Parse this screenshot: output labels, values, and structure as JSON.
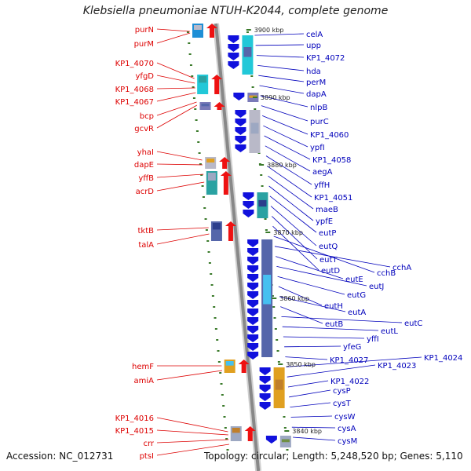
{
  "title": "Klebsiella pneumoniae NTUH-K2044, complete genome",
  "footer": {
    "accession": "Accession: NC_012731",
    "summary": "Topology: circular; Length: 5,248,520 bp; Genes: 5,110"
  },
  "colors": {
    "left_label": "#dd0000",
    "right_label": "#0000bb",
    "left_arrow": "#ee1111",
    "right_arrow": "#1111dd",
    "backbone": "#888888",
    "tick": "#3a7a2a"
  },
  "scale_labels": [
    "3900 kbp",
    "3890 kbp",
    "3880 kbp",
    "3870 kbp",
    "3860 kbp",
    "3850 kbp",
    "3840 kbp"
  ],
  "left_genes": [
    "purN",
    "purM",
    "KP1_4070",
    "yfgD",
    "KP1_4068",
    "KP1_4067",
    "bcp",
    "gcvR",
    "yhaI",
    "dapE",
    "yffB",
    "acrD",
    "tktB",
    "talA",
    "hemF",
    "amiA",
    "KP1_4016",
    "KP1_4015",
    "crr",
    "ptsI"
  ],
  "right_genes": [
    "celA",
    "upp",
    "KP1_4072",
    "hda",
    "perM",
    "dapA",
    "nlpB",
    "purC",
    "KP1_4060",
    "ypfI",
    "KP1_4058",
    "aegA",
    "yffH",
    "KP1_4051",
    "maeB",
    "ypfE",
    "eutP",
    "eutQ",
    "eutT",
    "eutD",
    "cchB",
    "cchA",
    "eutE",
    "eutJ",
    "eutG",
    "eutH",
    "eutA",
    "eutB",
    "eutC",
    "eutL",
    "yffI",
    "yfeG",
    "KP1_4027",
    "KP1_4024",
    "KP1_4023",
    "KP1_4022",
    "cysP",
    "cysT",
    "cysW",
    "cysA",
    "cysM"
  ]
}
